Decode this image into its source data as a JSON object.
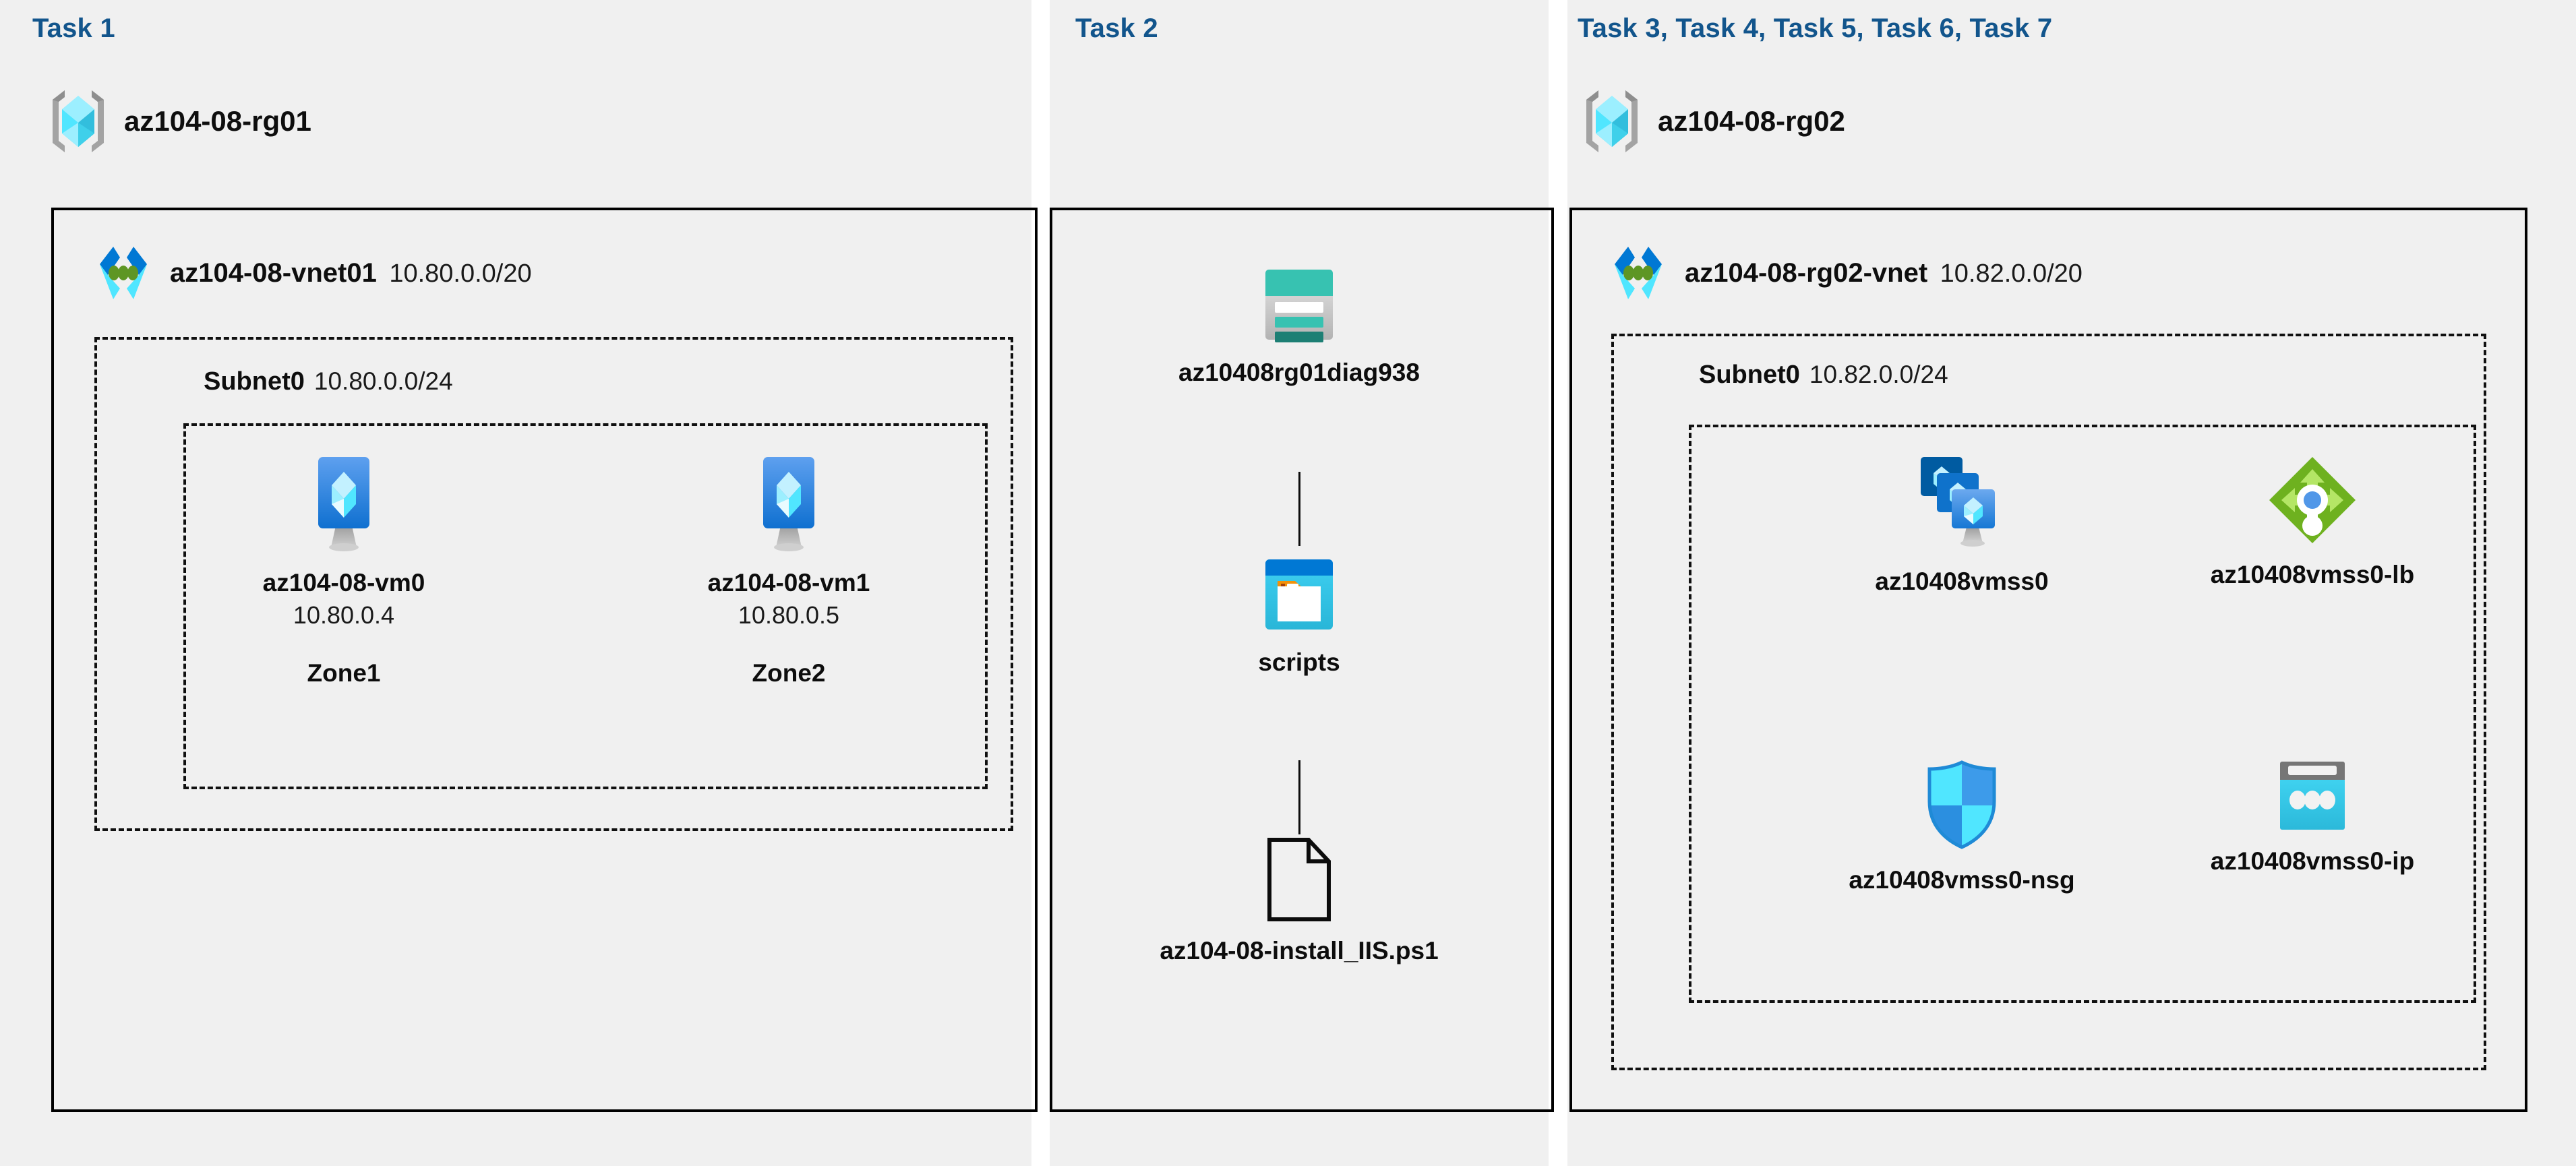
{
  "columns": {
    "task1": {
      "label": "Task 1"
    },
    "task2": {
      "label": "Task 2"
    },
    "task3": {
      "label": "Task 3, Task 4, Task 5, Task 6, Task 7"
    }
  },
  "resource_groups": [
    {
      "name": "az104-08-rg01",
      "icon": "resource-group-icon"
    },
    {
      "name": "az104-08-rg02",
      "icon": "resource-group-icon"
    }
  ],
  "vnets": [
    {
      "name": "az104-08-vnet01",
      "cidr": "10.80.0.0/20",
      "icon": "virtual-network-icon"
    },
    {
      "name": "az104-08-rg02-vnet",
      "cidr": "10.82.0.0/20",
      "icon": "virtual-network-icon"
    }
  ],
  "subnets": [
    {
      "name": "Subnet0",
      "cidr": "10.80.0.0/24"
    },
    {
      "name": "Subnet0",
      "cidr": "10.82.0.0/24"
    }
  ],
  "virtual_machines": [
    {
      "name": "az104-08-vm0",
      "ip": "10.80.0.4",
      "zone": "Zone1",
      "icon": "virtual-machine-icon"
    },
    {
      "name": "az104-08-vm1",
      "ip": "10.80.0.5",
      "zone": "Zone2",
      "icon": "virtual-machine-icon"
    }
  ],
  "storage": {
    "account": {
      "name": "az10408rg01diag938",
      "icon": "storage-account-icon"
    },
    "container": {
      "name": "scripts",
      "icon": "blob-container-icon"
    },
    "file": {
      "name": "az104-08-install_IIS.ps1",
      "icon": "file-icon"
    }
  },
  "scale_set_resources": [
    {
      "name": "az10408vmss0",
      "icon": "vm-scale-set-icon"
    },
    {
      "name": "az10408vmss0-lb",
      "icon": "load-balancer-icon"
    },
    {
      "name": "az10408vmss0-nsg",
      "icon": "network-security-group-icon"
    },
    {
      "name": "az10408vmss0-ip",
      "icon": "public-ip-address-icon"
    }
  ],
  "colors": {
    "panel_background": "#f0f0f0",
    "task_label": "#12558c",
    "border": "#000000",
    "azure_blue": "#0078d4",
    "azure_cyan": "#50e6ff",
    "storage_teal": "#37c2b1",
    "load_balancer_green": "#6eb11f",
    "nsg_blue": "#32bedd"
  }
}
